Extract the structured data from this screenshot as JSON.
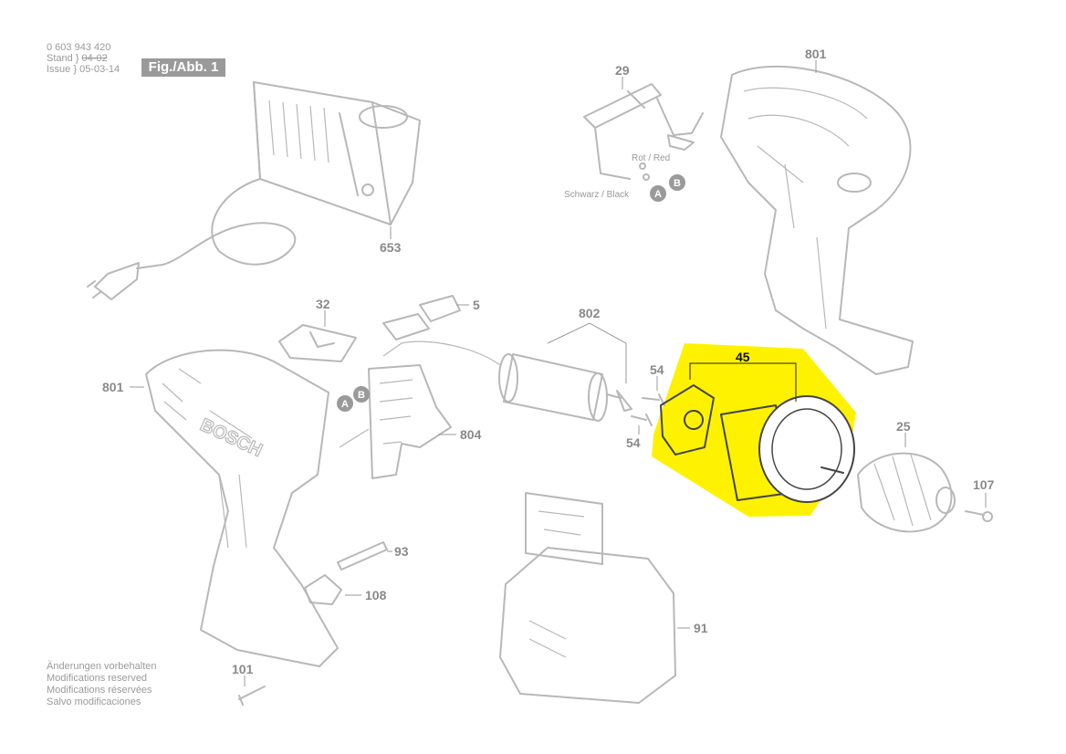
{
  "header": {
    "part_number": "0 603 943 420",
    "stand_label": "Stand",
    "stand_value": "04-02",
    "issue_label": "Issue",
    "issue_value": "05-03-14",
    "figure_badge": "Fig./Abb. 1"
  },
  "footer_notes": [
    "Änderungen vorbehalten",
    "Modifications reserved",
    "Modifications réservées",
    "Salvo modificaciones"
  ],
  "wire_labels": {
    "red": "Rot / Red",
    "black": "Schwarz / Black",
    "A": "A",
    "B": "B"
  },
  "brand_on_housing": "BOSCH",
  "part_labels": {
    "p653": "653",
    "p29": "29",
    "p801_top": "801",
    "p32": "32",
    "p5": "5",
    "p802": "802",
    "p54_top": "54",
    "p54_bottom": "54",
    "p45": "45",
    "p801_left": "801",
    "p804": "804",
    "p25": "25",
    "p107": "107",
    "p93": "93",
    "p108": "108",
    "p91": "91",
    "p101": "101"
  },
  "colors": {
    "highlight": "#fff200",
    "line_gray": "#b8b8b8",
    "text_gray": "#8a8a8a",
    "badge_bg": "#9a9a9a"
  }
}
